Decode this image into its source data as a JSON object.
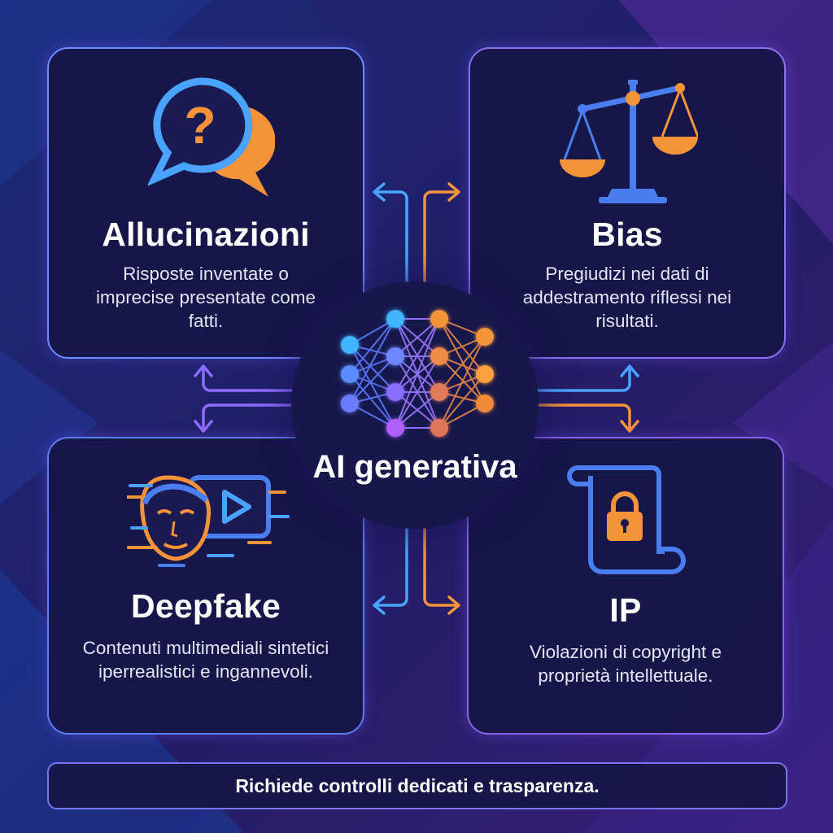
{
  "colors": {
    "accent_blue": "#4aa3ff",
    "accent_orange": "#f5933a",
    "accent_purple": "#9b6bff",
    "card_background": "#161646",
    "text_primary": "#ffffff"
  },
  "center": {
    "label": "AI generativa",
    "icon": "neural-network-icon"
  },
  "cards": [
    {
      "title": "Allucinazioni",
      "description": "Risposte inventate o imprecise presentate come fatti.",
      "icon": "question-speech-bubble-icon"
    },
    {
      "title": "Bias",
      "description": "Pregiudizi nei dati di addestramento riflessi nei risultati.",
      "icon": "balance-scale-icon"
    },
    {
      "title": "Deepfake",
      "description": "Contenuti multimediali sintetici iperrealistici e ingannevoli.",
      "icon": "glitch-face-video-icon"
    },
    {
      "title": "IP",
      "description": "Violazioni di copyright e proprietà intellettuale.",
      "icon": "locked-document-icon"
    }
  ],
  "footer": {
    "text": "Richiede controlli dedicati e trasparenza."
  }
}
